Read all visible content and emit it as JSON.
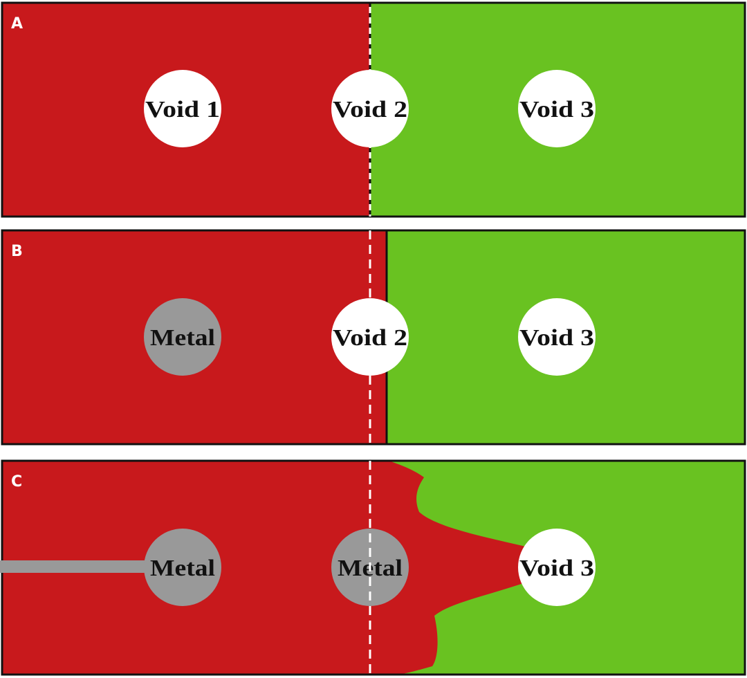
{
  "colors": {
    "red_region": "#c8191c",
    "green_region": "#69c221",
    "void": "#ffffff",
    "metal": "#999999",
    "border": "#111111",
    "panel_letter": "#ffffff",
    "label": "#111111"
  },
  "panels": [
    {
      "letter": "A",
      "circles": [
        "Void 1",
        "Void 2",
        "Void 3"
      ]
    },
    {
      "letter": "B",
      "circles": [
        "Metal",
        "Void 2",
        "Void 3"
      ]
    },
    {
      "letter": "C",
      "circles": [
        "Metal",
        "Metal",
        "Void 3"
      ]
    }
  ]
}
